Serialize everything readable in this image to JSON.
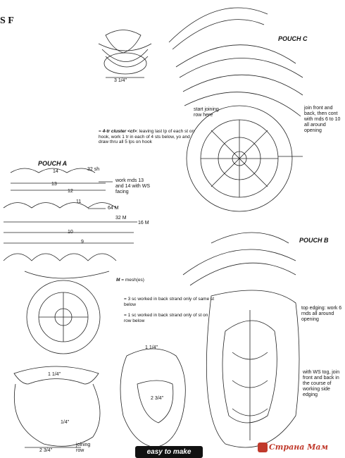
{
  "diagram": {
    "titles": {
      "pouch_a": "POUCH A",
      "pouch_b": "POUCH B",
      "pouch_c": "POUCH C"
    },
    "cluster_legend": {
      "symbol_label": "4-tr cluster",
      "abbrev": "cl",
      "text": "leaving last lp of each st on hook, work 1 tr in each of 4 sts below, yo and draw thru all 5 lps on hook"
    },
    "mesh_legend": {
      "key": "M",
      "text": "= mesh(es)"
    },
    "back_strand_3": "= 3 sc worked in back strand only of same st below",
    "back_strand_1": "= 1 sc worked in back strand only of st on row below",
    "pouch_a_labels": {
      "sh": "32 sh",
      "m64": "64 M",
      "m32": "32 M",
      "m16": "16 M",
      "work_rnds": "work rnds 13 and 14 with WS facing",
      "row_numbers": [
        "14",
        "13",
        "12",
        "11",
        "10",
        "9"
      ]
    },
    "pouch_c_labels": {
      "start_joining": "start joining row here",
      "join_front": "join front and back, then cont with rnds 6 to 10 all around opening"
    },
    "pouch_b_labels": {
      "top_edging": "top edging: work 6 rnds all around opening",
      "ws_tog": "with WS tog, join front and back in the course of working side edging"
    },
    "dimensions": {
      "top_small": "3 1/4\"",
      "left_width": "1 1/4\"",
      "left_height": "1/4\"",
      "left_bottom": "2 3/4\"",
      "mid_top": "1 1/4\"",
      "mid_side": "2 3/4\"",
      "joining_row": "joining row"
    },
    "footer": "easy to make",
    "watermark": "Страна Мам",
    "edge_letters": "S\nF"
  }
}
